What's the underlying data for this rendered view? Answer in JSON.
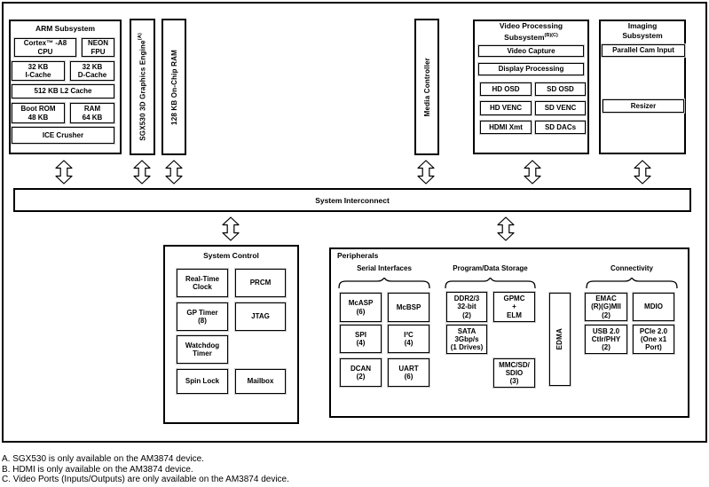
{
  "interconnect": {
    "label": "System Interconnect"
  },
  "arm": {
    "title": "ARM Subsystem",
    "cortex": "Cortex™ -A8\nCPU",
    "neon": "NEON\nFPU",
    "icache": "32 KB\nI-Cache",
    "dcache": "32 KB\nD-Cache",
    "l2": "512 KB L2 Cache",
    "bootrom": "Boot ROM\n48 KB",
    "ram": "RAM\n64 KB",
    "ice": "ICE Crusher"
  },
  "sgx": {
    "label": "SGX530 3D Graphics Engine",
    "sup": "(A)"
  },
  "ocram": {
    "label": "128 KB On-Chip RAM"
  },
  "media": {
    "label": "Media Controller"
  },
  "video": {
    "title_main": "Video  Processing\nSubsystem",
    "title_sup": "(B)(C)",
    "capture": "Video Capture",
    "display": "Display Processing",
    "hd_osd": "HD OSD",
    "sd_osd": "SD OSD",
    "hd_venc": "HD VENC",
    "sd_venc": "SD VENC",
    "hdmi": "HDMI Xmt",
    "sd_dacs": "SD DACs"
  },
  "imaging": {
    "title": "Imaging\nSubsystem",
    "cam": "Parallel Cam Input",
    "resizer": "Resizer"
  },
  "sysctl": {
    "title": "System Control",
    "rtc": "Real-Time\nClock",
    "prcm": "PRCM",
    "gptimer": "GP Timer\n(8)",
    "jtag": "JTAG",
    "watchdog": "Watchdog\nTimer",
    "spinlock": "Spin Lock",
    "mailbox": "Mailbox"
  },
  "peripherals": {
    "title": "Peripherals",
    "serial": {
      "header": "Serial Interfaces",
      "mcasp": "McASP\n(6)",
      "mcbsp": "McBSP",
      "spi": "SPI\n(4)",
      "i2c": "I²C\n(4)",
      "dcan": "DCAN\n(2)",
      "uart": "UART\n(6)"
    },
    "storage": {
      "header": "Program/Data Storage",
      "ddr": "DDR2/3\n32-bit\n(2)",
      "gpmc": "GPMC\n+\nELM",
      "sata": "SATA\n3Gbp/s\n(1 Drives)",
      "mmc": "MMC/SD/\nSDIO\n(3)"
    },
    "edma": "EDMA",
    "connectivity": {
      "header": "Connectivity",
      "emac": "EMAC\n(R)(G)MII\n(2)",
      "mdio": "MDIO",
      "usb": "USB 2.0\nCtlr/PHY\n(2)",
      "pcie": "PCIe 2.0\n(One x1\nPort)"
    }
  },
  "footnotes": [
    "A. SGX530 is only available on the AM3874 device.",
    "B. HDMI is only available on the AM3874 device.",
    "C. Video Ports (Inputs/Outputs) are only available on the AM3874 device."
  ]
}
